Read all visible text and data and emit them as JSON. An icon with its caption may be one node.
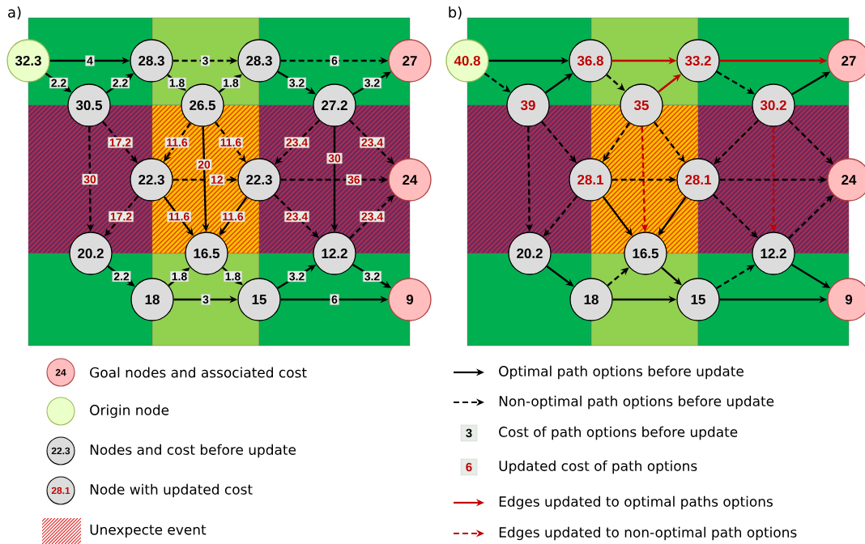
{
  "diagram": {
    "nodes": [
      {
        "text": [
          "32.3"
        ]
      },
      {
        "text": [
          "28.3"
        ]
      },
      {
        "text": [
          "28.3"
        ]
      },
      {
        "text": [
          "27"
        ]
      },
      {
        "text": [
          "30.5"
        ]
      },
      {
        "text": [
          "26.5"
        ]
      },
      {
        "text": [
          "27.2"
        ]
      },
      {
        "text": [
          "22.3"
        ]
      },
      {
        "text": [
          "22.3"
        ]
      },
      {
        "text": [
          "24"
        ]
      },
      {
        "text": [
          "20.2"
        ]
      },
      {
        "text": [
          "16.5"
        ]
      },
      {
        "text": [
          "12.2"
        ]
      },
      {
        "text": [
          "18"
        ]
      },
      {
        "text": [
          "15"
        ]
      },
      {
        "text": [
          "9"
        ]
      },
      {
        "text": [
          "40.8"
        ]
      },
      {
        "text": [
          "36.8"
        ]
      },
      {
        "text": [
          "33.2"
        ]
      },
      {
        "text": [
          "27"
        ]
      },
      {
        "text": [
          "39"
        ]
      },
      {
        "text": [
          "35"
        ]
      },
      {
        "text": [
          "30.2"
        ]
      },
      {
        "text": [
          "28.1"
        ]
      },
      {
        "text": [
          "28.1"
        ]
      },
      {
        "text": [
          "24"
        ]
      },
      {
        "text": [
          "20.2"
        ]
      },
      {
        "text": [
          "16.5"
        ]
      },
      {
        "text": [
          "12.2"
        ]
      },
      {
        "text": [
          "18"
        ]
      },
      {
        "text": [
          "15"
        ]
      },
      {
        "text": [
          "9"
        ]
      }
    ],
    "edges": [
      {
        "from": 0,
        "to": 1,
        "arrow": "to",
        "label": "4"
      },
      {
        "from": 1,
        "to": 2,
        "arrow": "to",
        "label": "3",
        "style": "dashed"
      },
      {
        "from": 2,
        "to": 3,
        "arrow": "to",
        "label": "6",
        "style": "dashed"
      },
      {
        "from": 0,
        "to": 4,
        "arrow": "to",
        "label": "2.2"
      },
      {
        "from": 4,
        "to": 1,
        "arrow": "to",
        "label": "2.2"
      },
      {
        "from": 1,
        "to": 5,
        "arrow": "to",
        "label": "1.8"
      },
      {
        "from": 5,
        "to": 2,
        "arrow": "to",
        "label": "1.8"
      },
      {
        "from": 2,
        "to": 6,
        "arrow": "to",
        "label": "3.2"
      },
      {
        "from": 6,
        "to": 3,
        "arrow": "to",
        "label": "3.2"
      },
      {
        "from": 4,
        "to": 7,
        "arrow": "to",
        "label": "17.2",
        "style": "dashed"
      },
      {
        "from": 4,
        "to": 10,
        "arrow": "to",
        "label": "30",
        "style": "dashed"
      },
      {
        "from": 5,
        "to": 7,
        "arrow": "to",
        "label": "11.6",
        "style": "dashed"
      },
      {
        "from": 5,
        "to": 8,
        "arrow": "to",
        "label": "11.6",
        "style": "dashed"
      },
      {
        "from": 5,
        "to": 11,
        "arrow": "to",
        "label": "20"
      },
      {
        "from": 6,
        "to": 8,
        "arrow": "to",
        "label": "23.4",
        "style": "dashed"
      },
      {
        "from": 6,
        "to": 9,
        "arrow": "to",
        "label": "23.4",
        "style": "dashed"
      },
      {
        "from": 6,
        "to": 12,
        "arrow": "to",
        "label": "30"
      },
      {
        "from": 7,
        "to": 8,
        "arrow": "to",
        "label": "12",
        "style": "dashed"
      },
      {
        "from": 8,
        "to": 9,
        "arrow": "to",
        "label": "36",
        "style": "dashed"
      },
      {
        "from": 7,
        "to": 10,
        "arrow": "to",
        "label": "17.2",
        "style": "dashed"
      },
      {
        "from": 7,
        "to": 11,
        "arrow": "to",
        "label": "11.6"
      },
      {
        "from": 8,
        "to": 11,
        "arrow": "to",
        "label": "11.6"
      },
      {
        "from": 8,
        "to": 12,
        "arrow": "to",
        "label": "23.4",
        "style": "dashed"
      },
      {
        "from": 12,
        "to": 9,
        "arrow": "to",
        "label": "23.4",
        "style": "dashed"
      },
      {
        "from": 10,
        "to": 13,
        "arrow": "to",
        "label": "2.2"
      },
      {
        "from": 13,
        "to": 11,
        "arrow": "to",
        "label": "1.8"
      },
      {
        "from": 11,
        "to": 14,
        "arrow": "to",
        "label": "1.8"
      },
      {
        "from": 13,
        "to": 14,
        "arrow": "to",
        "label": "3"
      },
      {
        "from": 14,
        "to": 12,
        "arrow": "to",
        "label": "3.2"
      },
      {
        "from": 12,
        "to": 15,
        "arrow": "to",
        "label": "3.2"
      },
      {
        "from": 14,
        "to": 15,
        "arrow": "to",
        "label": "6"
      },
      {
        "from": 16,
        "to": 17,
        "arrow": "to"
      },
      {
        "from": 17,
        "to": 18,
        "arrow": "to",
        "color": "#c00000"
      },
      {
        "from": 18,
        "to": 19,
        "arrow": "to",
        "color": "#c00000"
      },
      {
        "from": 16,
        "to": 20,
        "arrow": "to",
        "style": "dashed"
      },
      {
        "from": 20,
        "to": 17,
        "arrow": "to"
      },
      {
        "from": 17,
        "to": 21,
        "arrow": "to",
        "style": "dashed"
      },
      {
        "from": 21,
        "to": 18,
        "arrow": "to",
        "color": "#c00000"
      },
      {
        "from": 18,
        "to": 22,
        "arrow": "to",
        "style": "dashed"
      },
      {
        "from": 22,
        "to": 19,
        "arrow": "to"
      },
      {
        "from": 20,
        "to": 23,
        "arrow": "to",
        "style": "dashed"
      },
      {
        "from": 20,
        "to": 26,
        "arrow": "to",
        "style": "dashed"
      },
      {
        "from": 21,
        "to": 23,
        "arrow": "to",
        "style": "dashed"
      },
      {
        "from": 21,
        "to": 24,
        "arrow": "to",
        "style": "dashed"
      },
      {
        "from": 21,
        "to": 27,
        "arrow": "to",
        "style": "dashed",
        "color": "#c00000"
      },
      {
        "from": 22,
        "to": 24,
        "arrow": "to",
        "style": "dashed"
      },
      {
        "from": 22,
        "to": 25,
        "arrow": "to",
        "style": "dashed"
      },
      {
        "from": 22,
        "to": 28,
        "arrow": "to",
        "style": "dashed",
        "color": "#c00000"
      },
      {
        "from": 23,
        "to": 24,
        "arrow": "to",
        "style": "dashed"
      },
      {
        "from": 24,
        "to": 25,
        "arrow": "to",
        "style": "dashed"
      },
      {
        "from": 23,
        "to": 26,
        "arrow": "to",
        "style": "dashed"
      },
      {
        "from": 23,
        "to": 27,
        "arrow": "to"
      },
      {
        "from": 24,
        "to": 27,
        "arrow": "to"
      },
      {
        "from": 24,
        "to": 28,
        "arrow": "to",
        "style": "dashed"
      },
      {
        "from": 28,
        "to": 25,
        "arrow": "to",
        "style": "dashed"
      },
      {
        "from": 26,
        "to": 29,
        "arrow": "to"
      },
      {
        "from": 29,
        "to": 27,
        "arrow": "to",
        "style": "dashed"
      },
      {
        "from": 27,
        "to": 30,
        "arrow": "to"
      },
      {
        "from": 29,
        "to": 30,
        "arrow": "to"
      },
      {
        "from": 30,
        "to": 28,
        "arrow": "to",
        "style": "dashed"
      },
      {
        "from": 28,
        "to": 31,
        "arrow": "to"
      },
      {
        "from": 30,
        "to": 31,
        "arrow": "to"
      }
    ],
    "labels": [
      "a)",
      "b)",
      "24",
      "22.3",
      "28.1",
      "3",
      "6"
    ],
    "legend": [
      {
        "text": "Goal nodes and associated cost"
      },
      {
        "text": "Origin node"
      },
      {
        "text": "Nodes and cost before update"
      },
      {
        "text": "Node with updated cost"
      },
      {
        "text": "Unexpecte event"
      },
      {
        "text": "Optimal path options before update"
      },
      {
        "text": "Non-optimal path options before update"
      },
      {
        "text": "Cost of  path options before update"
      },
      {
        "text": "Updated cost of path options"
      },
      {
        "text": "Edges updated to optimal paths options"
      },
      {
        "text": "Edges updated to non-optimal path options"
      }
    ]
  }
}
